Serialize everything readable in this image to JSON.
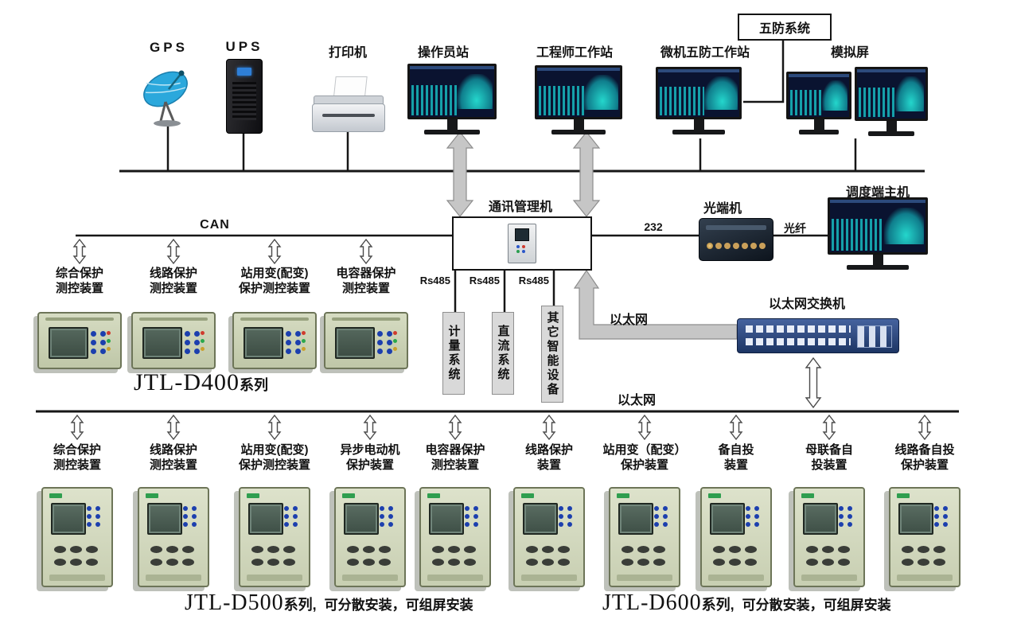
{
  "top_devices": {
    "gps": "GPS",
    "ups": "UPS",
    "printer": "打印机",
    "operator": "操作员站",
    "engineer": "工程师工作站",
    "wufang_ws": "微机五防工作站",
    "mimic": "模拟屏"
  },
  "network": {
    "wufang_system": "五防系统",
    "comm_manager": "通讯管理机",
    "can": "CAN",
    "rs232": "232",
    "optical_terminal": "光端机",
    "fiber": "光纤",
    "dispatch_host": "调度端主机",
    "ethernet_link": "以太网",
    "ethernet_switch": "以太网交换机",
    "ethernet_bus": "以太网"
  },
  "rs485_labels": [
    "Rs485",
    "Rs485",
    "Rs485"
  ],
  "subsystems": [
    "计量系统",
    "直流系统",
    "其它智能设备"
  ],
  "can_devices": [
    {
      "line1": "综合保护",
      "line2": "测控装置"
    },
    {
      "line1": "线路保护",
      "line2": "测控装置"
    },
    {
      "line1": "站用变(配变)",
      "line2": "保护测控装置"
    },
    {
      "line1": "电容器保护",
      "line2": "测控装置"
    }
  ],
  "bottom_devices": [
    {
      "line1": "综合保护",
      "line2": "测控装置"
    },
    {
      "line1": "线路保护",
      "line2": "测控装置"
    },
    {
      "line1": "站用变(配变)",
      "line2": "保护测控装置"
    },
    {
      "line1": "异步电动机",
      "line2": "保护装置"
    },
    {
      "line1": "电容器保护",
      "line2": "测控装置"
    },
    {
      "line1": "线路保护",
      "line2": "装置"
    },
    {
      "line1": "站用变（配变）",
      "line2": "保护装置"
    },
    {
      "line1": "备自投",
      "line2": "装置"
    },
    {
      "line1": "母联备自",
      "line2": "投装置"
    },
    {
      "line1": "线路备自投",
      "line2": "保护装置"
    }
  ],
  "series": {
    "d400": {
      "model": "JTL-D400",
      "suffix": "系列"
    },
    "d500": {
      "model": "JTL-D500",
      "suffix": "系列,",
      "note": "可分散安装，可组屏安装"
    },
    "d600": {
      "model": "JTL-D600",
      "suffix": "系列,",
      "note": "可分散安装，可组屏安装"
    }
  }
}
